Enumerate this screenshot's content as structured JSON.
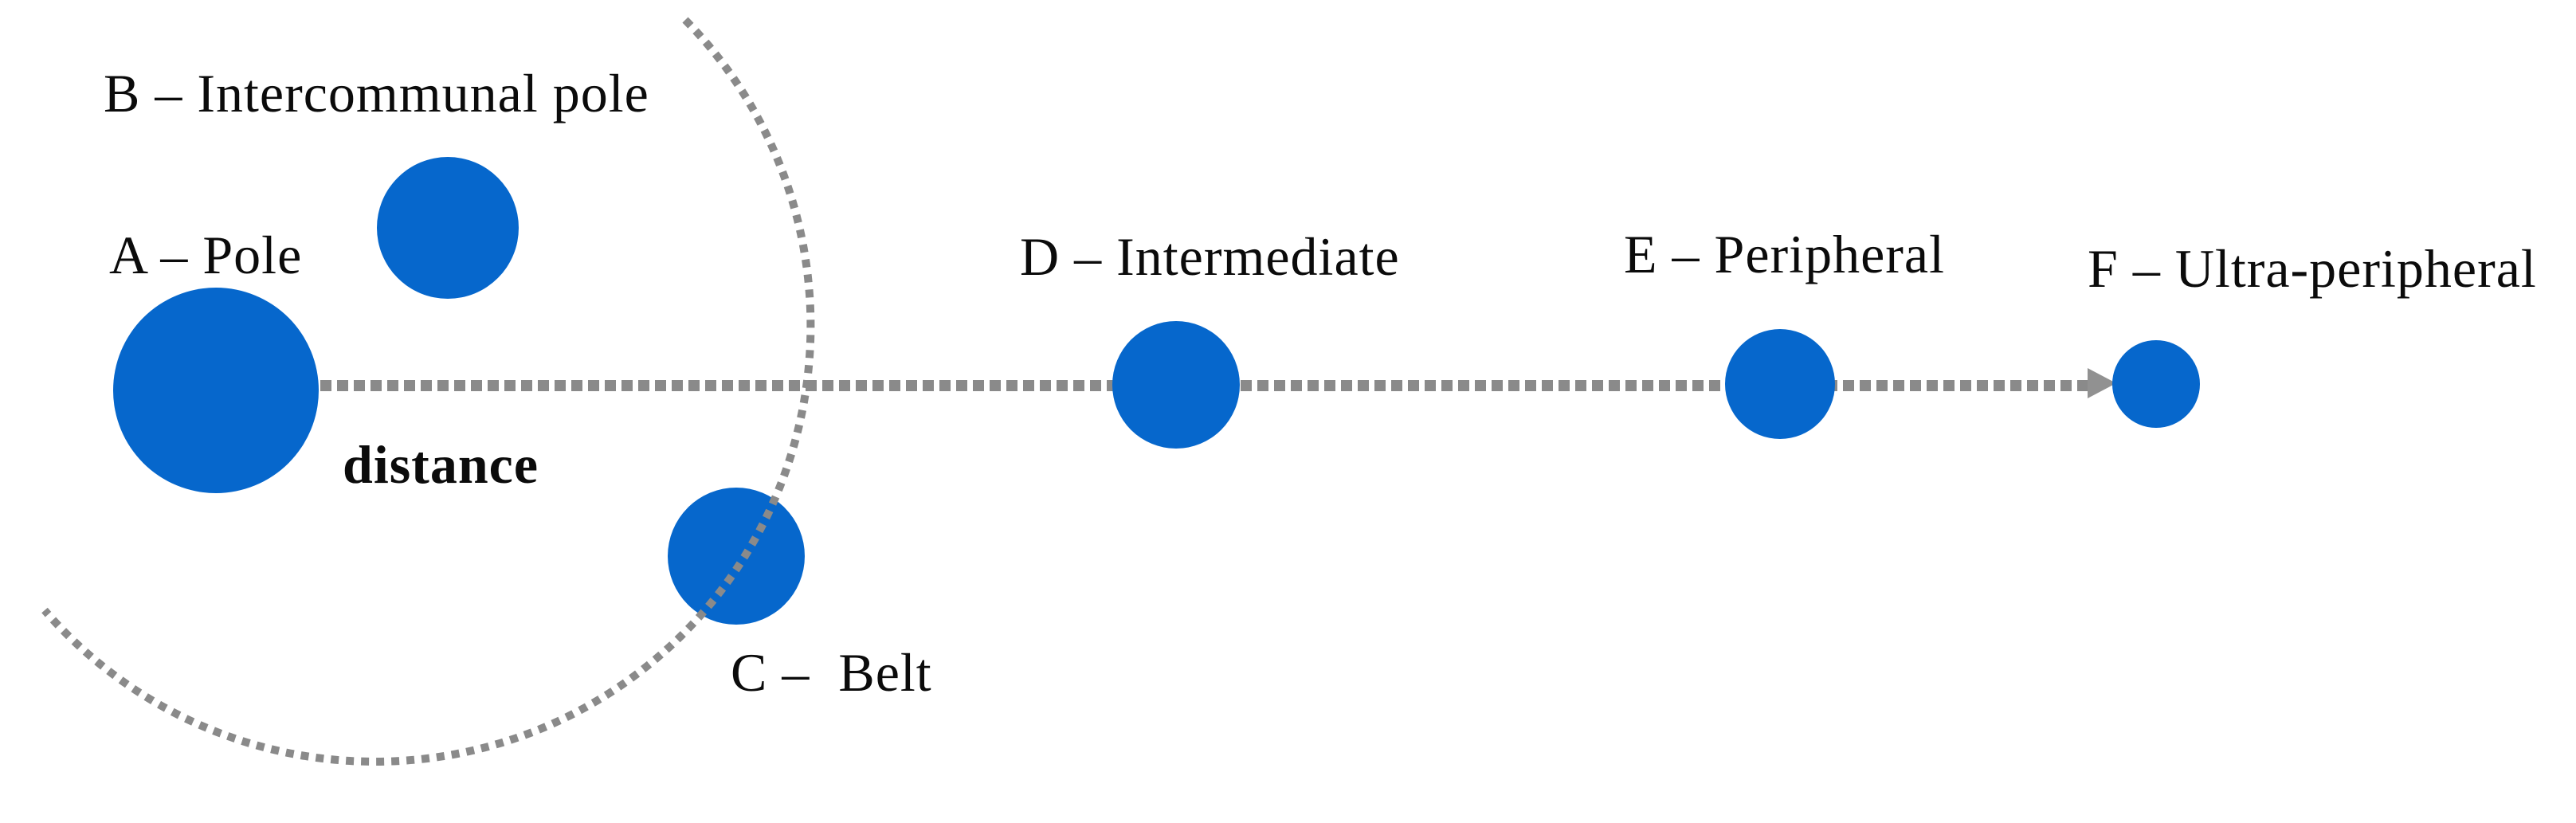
{
  "colors": {
    "node_fill": "#0667CC",
    "dotted_line": "#8A8A8A",
    "arrowhead": "#919191",
    "label_text": "#0B0B0B",
    "background": "#FFFFFF"
  },
  "axis": {
    "label": "distance",
    "style": "dotted-arrow-left-to-right"
  },
  "belt_boundary": {
    "style": "dotted-arc"
  },
  "nodes": [
    {
      "id": "A",
      "label": "A – Pole",
      "size_rank": 1
    },
    {
      "id": "B",
      "label": "B – Intercommunal pole",
      "size_rank": 2
    },
    {
      "id": "C",
      "label": "C –  Belt",
      "size_rank": 3
    },
    {
      "id": "D",
      "label": "D – Intermediate",
      "size_rank": 4
    },
    {
      "id": "E",
      "label": "E – Peripheral",
      "size_rank": 5
    },
    {
      "id": "F",
      "label": "F – Ultra-peripheral",
      "size_rank": 6
    }
  ]
}
